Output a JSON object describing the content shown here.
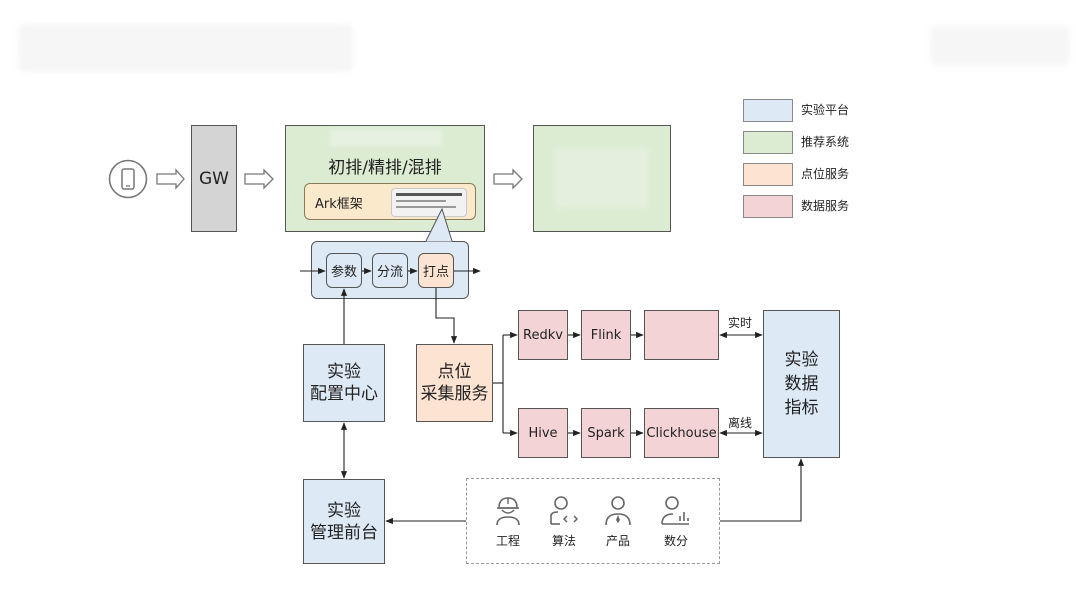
{
  "legend": [
    {
      "label": "实验平台",
      "color": "#dde9f5"
    },
    {
      "label": "推荐系统",
      "color": "#dcecd3"
    },
    {
      "label": "点位服务",
      "color": "#fde4d2"
    },
    {
      "label": "数据服务",
      "color": "#f3d3d6"
    }
  ],
  "nodes": {
    "gw": "GW",
    "ranking": "初排/精排/混排",
    "ark": "Ark框架",
    "param": "参数",
    "split": "分流",
    "track": "打点",
    "config_center": "实验\n配置中心",
    "collect_service": "点位\n采集服务",
    "manage_console": "实验\n管理前台",
    "metrics": "实验\n数据\n指标",
    "redkv": "Redkv",
    "flink": "Flink",
    "hive": "Hive",
    "spark": "Spark",
    "clickhouse": "Clickhouse"
  },
  "edge_labels": {
    "realtime": "实时",
    "offline": "离线"
  },
  "roles": [
    {
      "label": "工程",
      "icon": "engineer-icon"
    },
    {
      "label": "算法",
      "icon": "algorithm-icon"
    },
    {
      "label": "产品",
      "icon": "product-icon"
    },
    {
      "label": "数分",
      "icon": "analyst-icon"
    }
  ]
}
